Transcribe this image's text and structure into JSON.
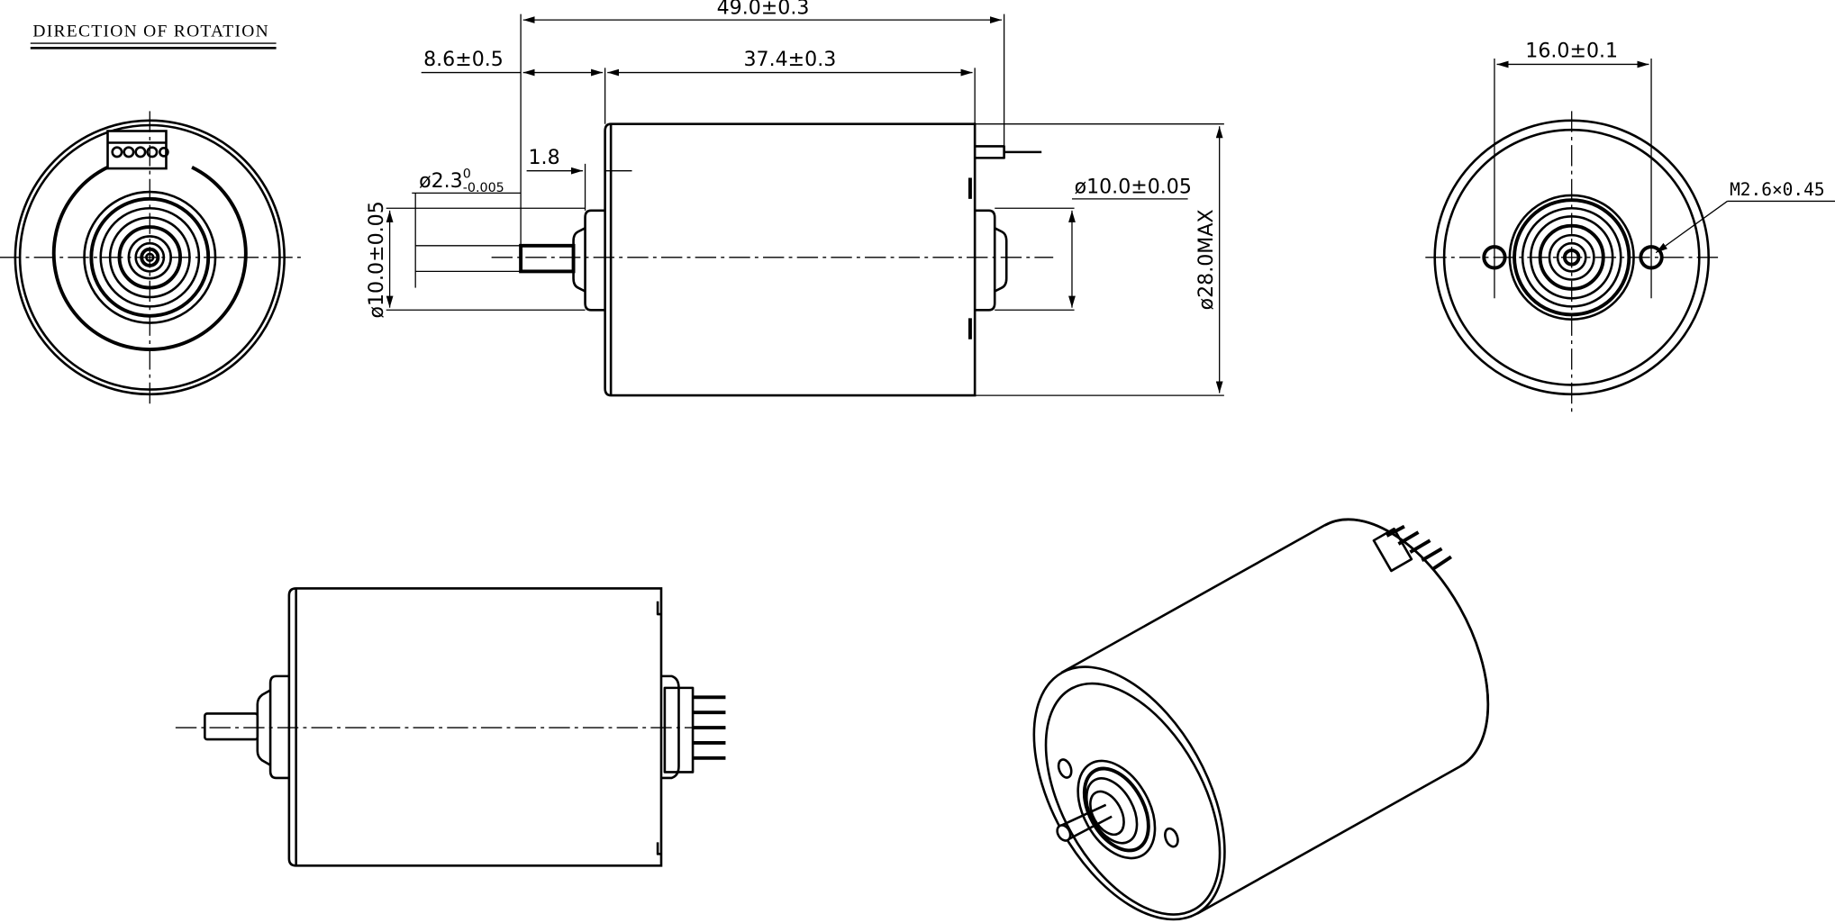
{
  "title": "DIRECTION OF ROTATION",
  "dimensions": {
    "overall_length": "49.0±0.3",
    "shaft_length": "8.6±0.5",
    "body_length": "37.4±0.3",
    "flange_thickness": "1.8",
    "shaft_dia_prefix": "ø2.3",
    "shaft_dia_upper": "0",
    "shaft_dia_lower": "-0.005",
    "front_boss_dia": "ø10.0±0.05",
    "rear_boss_dia": "ø10.0±0.05",
    "body_dia": "ø28.0MAX",
    "hole_spacing": "16.0±0.1",
    "thread": "M2.6×0.45"
  },
  "views": [
    "left-end-view",
    "side-view",
    "front-end-view",
    "bottom-side-view",
    "isometric-view"
  ]
}
